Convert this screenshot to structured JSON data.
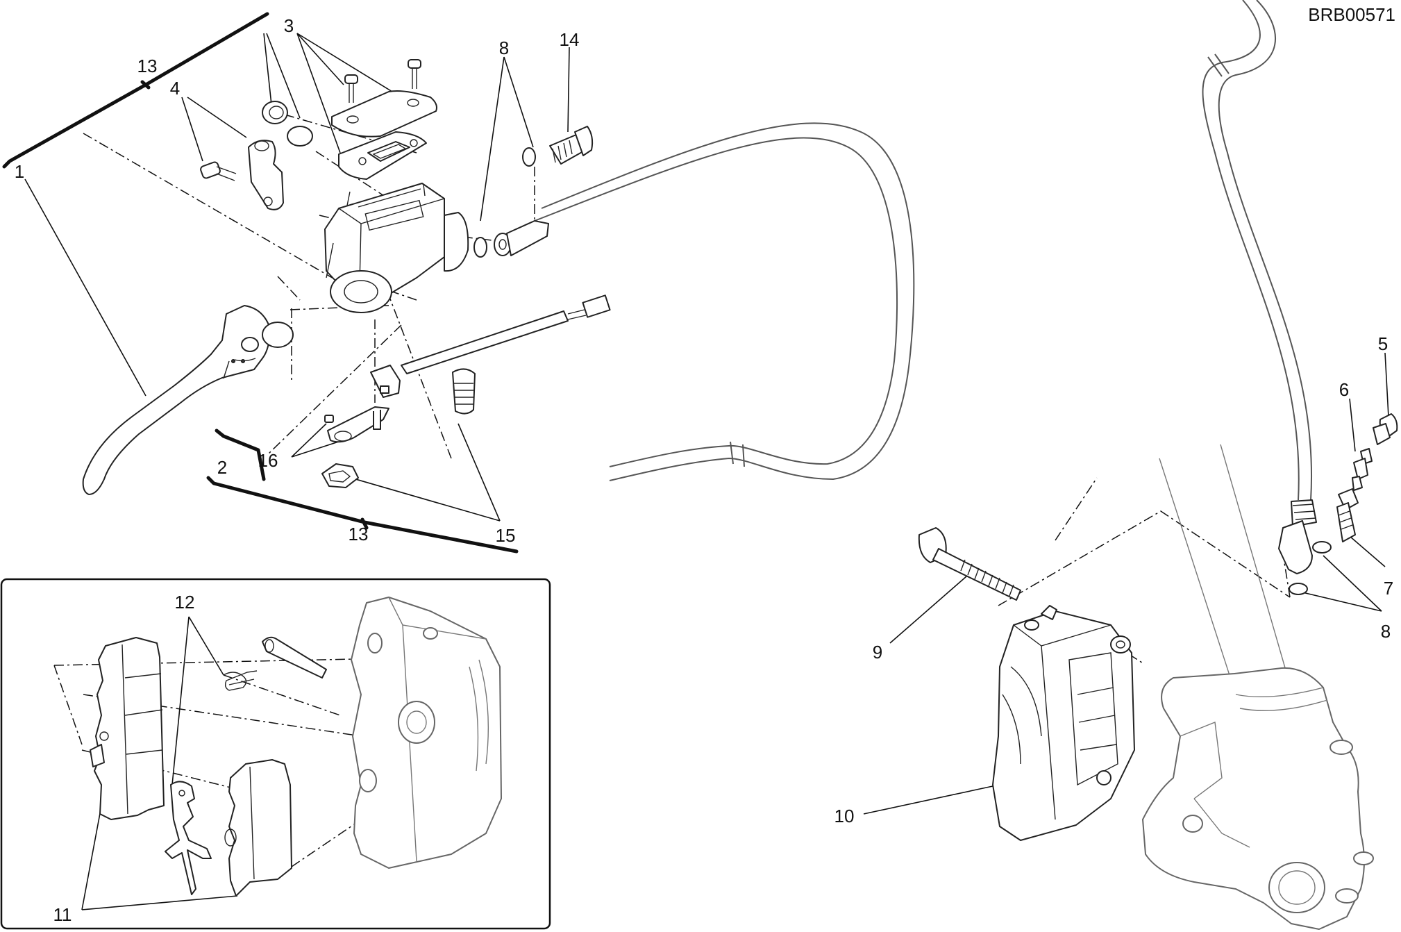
{
  "diagram": {
    "drawing_code": "BRB00571",
    "callouts": {
      "c1": "1",
      "c2": "2",
      "c3": "3",
      "c4": "4",
      "c5": "5",
      "c6": "6",
      "c7": "7",
      "c8_top": "8",
      "c8_right": "8",
      "c9": "9",
      "c10": "10",
      "c11": "11",
      "c12": "12",
      "c13_top": "13",
      "c13_bottom": "13",
      "c14": "14",
      "c15": "15",
      "c16": "16"
    }
  }
}
